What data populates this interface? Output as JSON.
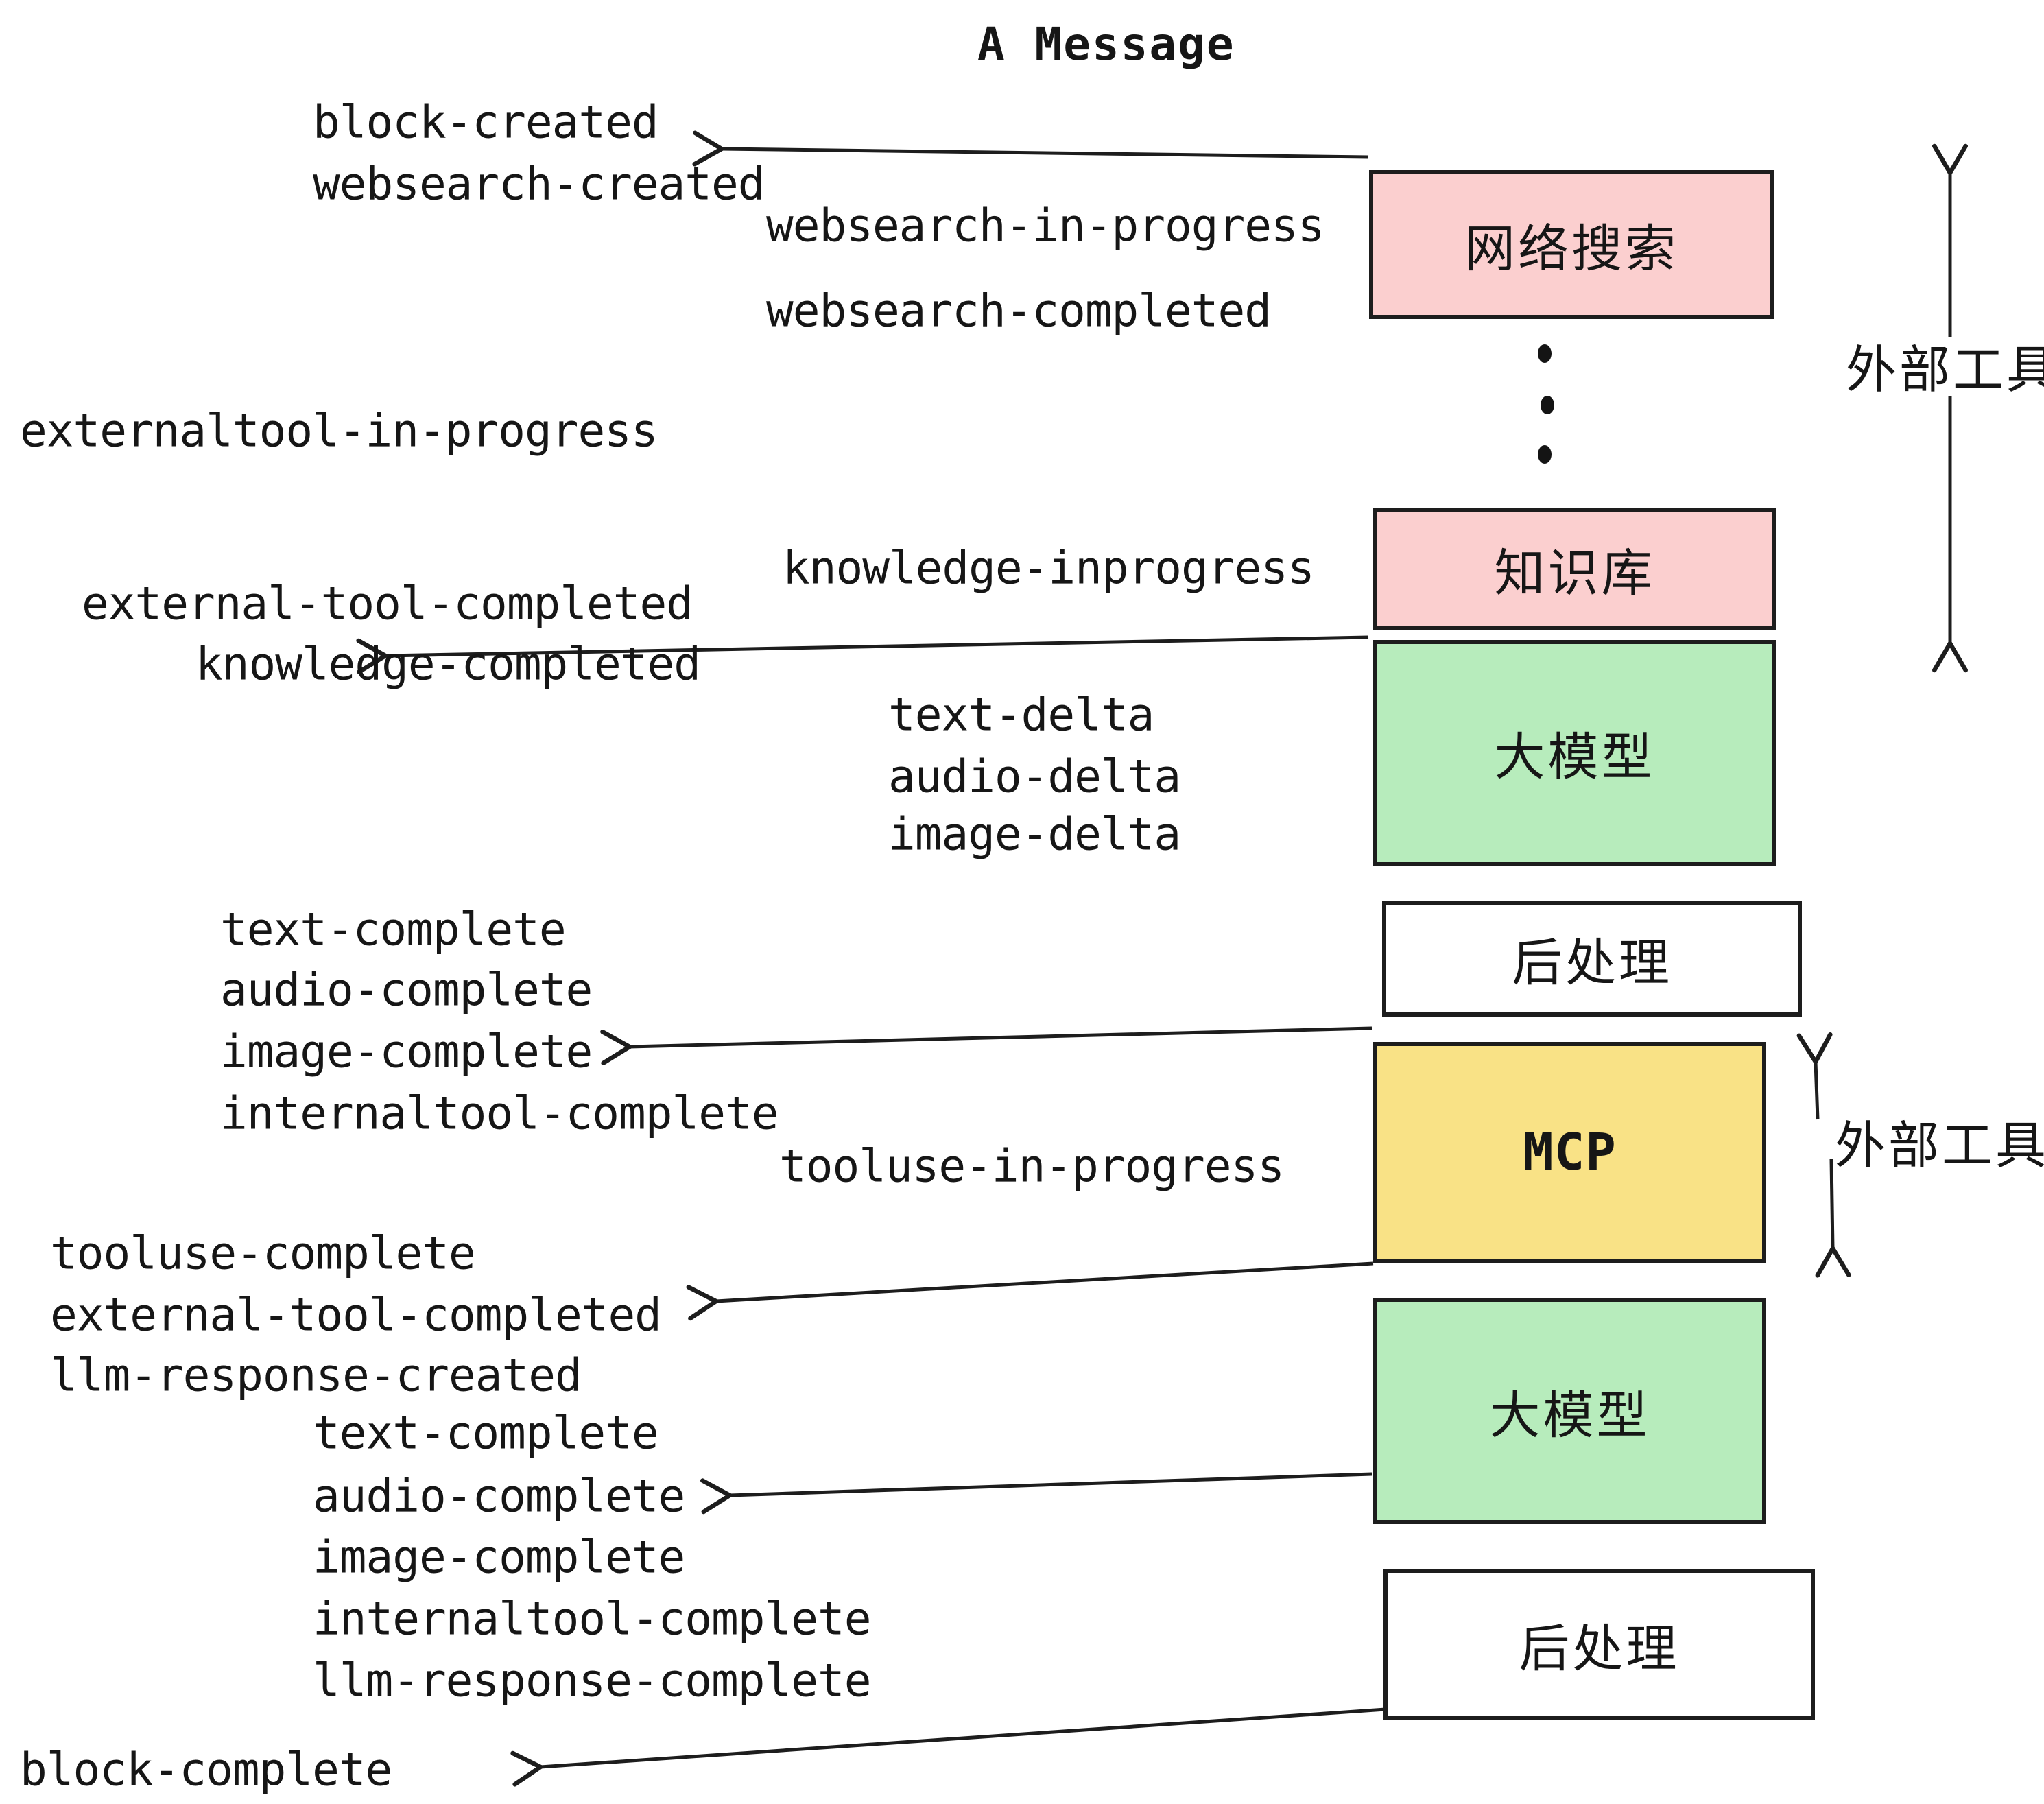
{
  "title": "A Message",
  "colors": {
    "pink": "#fbcfcf",
    "green": "#b7ecbc",
    "yellow": "#f9e286",
    "white": "#ffffff",
    "ink": "#1d1d1d"
  },
  "boxes": [
    {
      "label": "网络搜索",
      "color": "pink"
    },
    {
      "label": "知识库",
      "color": "pink"
    },
    {
      "label": "大模型",
      "color": "green"
    },
    {
      "label": "后处理",
      "color": "white"
    },
    {
      "label": "MCP",
      "color": "yellow"
    },
    {
      "label": "大模型",
      "color": "green"
    },
    {
      "label": "后处理",
      "color": "white"
    }
  ],
  "side_labels": {
    "top": "外部工具",
    "bottom": "外部工具"
  },
  "events": {
    "block_created": "block-created",
    "websearch_created": "websearch-created",
    "websearch_in_progress": "websearch-in-progress",
    "websearch_completed": "websearch-completed",
    "externaltool_in_progress": "externaltool-in-progress",
    "knowledge_inprogress": "knowledge-inprogress",
    "external_tool_completed": "external-tool-completed",
    "knowledge_completed": "knowledge-completed",
    "text_delta_1": "text-delta",
    "audio_delta_1": "audio-delta",
    "image_delta_1": "image-delta",
    "text_complete_1": "text-complete",
    "audio_complete_1": "audio-complete",
    "image_complete_1": "image-complete",
    "internaltool_complete_1": "internaltool-complete",
    "tooluse_in_progress": "tooluse-in-progress",
    "tooluse_complete": "tooluse-complete",
    "external_tool_completed_2": "external-tool-completed",
    "llm_response_created": "llm-response-created",
    "text_complete_2": "text-complete",
    "audio_complete_2": "audio-complete",
    "image_complete_2": "image-complete",
    "internaltool_complete_2": "internaltool-complete",
    "llm_response_complete": "llm-response-complete",
    "block_complete": "block-complete"
  }
}
